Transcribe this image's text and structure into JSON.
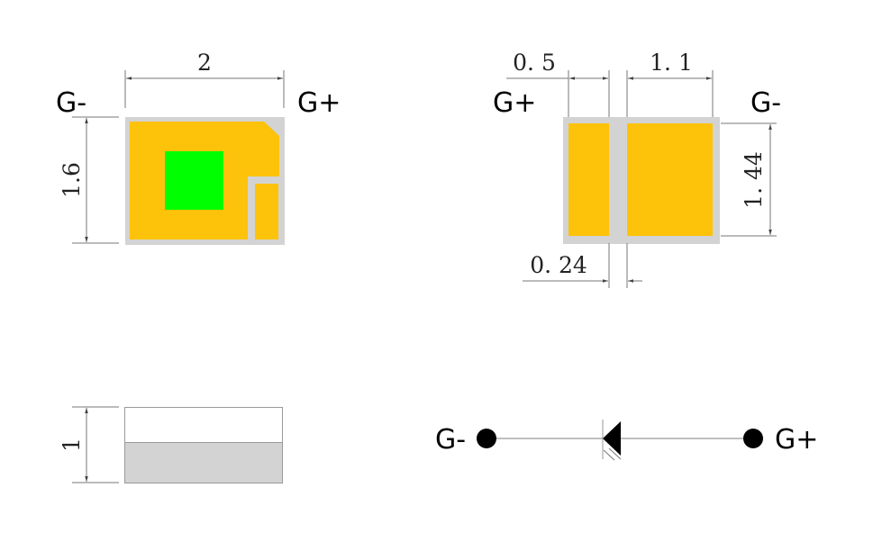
{
  "colors": {
    "pad": "#fdc20a",
    "chip": "#00ff00",
    "body": "#d3d3d3",
    "line": "#777777"
  },
  "top_view": {
    "pin_left": "G-",
    "pin_right": "G+",
    "width_dim": "2",
    "height_dim": "1.6"
  },
  "bottom_view": {
    "pin_left": "G+",
    "pin_right": "G-",
    "left_pad_dim": "0. 5",
    "right_pad_dim": "1. 1",
    "pad_height_dim": "1. 44",
    "gap_dim": "0. 24"
  },
  "side_view": {
    "thickness_dim": "1"
  },
  "schematic": {
    "pin_left": "G-",
    "pin_right": "G+"
  }
}
